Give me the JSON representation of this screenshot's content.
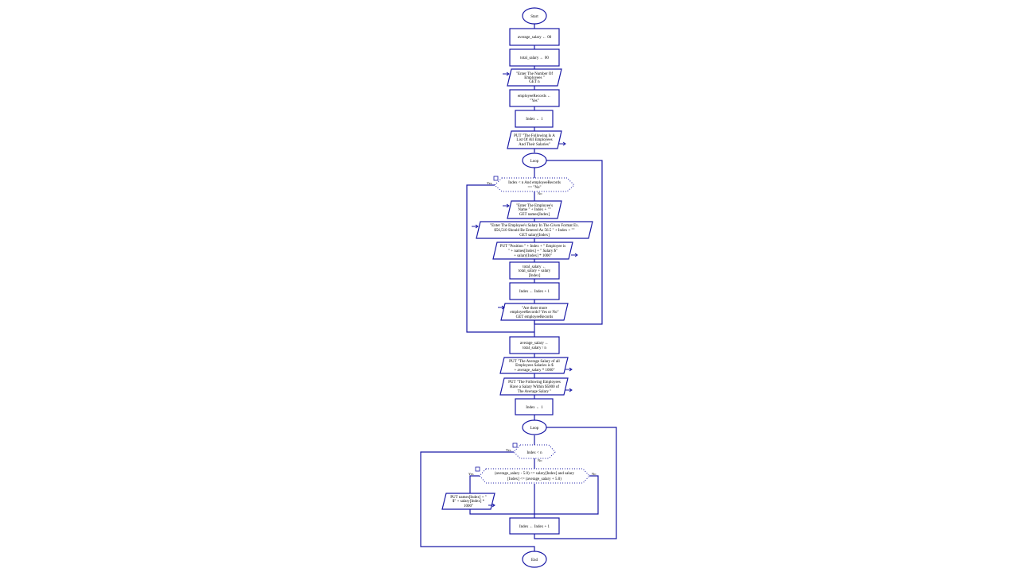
{
  "colors": {
    "stroke": "#1a1aa6",
    "background": "#ffffff"
  },
  "flow": {
    "start": "Start",
    "s1": "average_salary ← 00",
    "s2": "total_salary ← 00",
    "in1": [
      "\"Enter The Number Of",
      "Employees \"",
      "GET n"
    ],
    "s3": [
      "employeeRecords ←",
      "\"Yes\""
    ],
    "s4": "Index ← 1",
    "out1": [
      "PUT \"The Following Is A",
      "List Of All Employees",
      "And Their Salaries\""
    ],
    "loop1": "Loop",
    "cond1": [
      "Index < n And employeeRecords",
      "== \"No\""
    ],
    "in2": [
      "\"Enter The Employee's",
      "Name \" + Index + \"\"",
      "GET names[Index]"
    ],
    "in3": [
      "\"Enter The Employee's Salary In The Given Format Ex.",
      "$56,510 Should Be Entered As 56.5 \" + Index + \"\"",
      "GET salary[Index]"
    ],
    "out2": [
      "PUT \"Position \" + Index + \" Employee is",
      "\" + names[Index] + \" Salary $\"",
      "+ salary[Index] * 1000\""
    ],
    "s5": [
      "total_salary ←",
      "total_salary + salary",
      "[Index]"
    ],
    "s6": "Index ← Index + 1",
    "in4": [
      "\"Are there more",
      "employeeRecords? Yes or No\"",
      "GET employeeRecords"
    ],
    "s7": [
      "average_salary ←",
      "total_salary / n"
    ],
    "out3": [
      "PUT \"The Average Salary of all",
      "Employees Salaries is $",
      "+ average_salary * 1000\""
    ],
    "out4": [
      "PUT \"The Following Employees",
      "Have a Salary Within $5000 of",
      "The Average Salary \""
    ],
    "s8": "Index ← 1",
    "loop2": "Loop",
    "cond2": "Index < n",
    "cond3": [
      "(average_salary - 5.0) <= salary[Index] and salary",
      "[Index] <= (average_salary + 5.0)"
    ],
    "out5": [
      "PUT names[Index] + \"",
      "$\" + salary[Index] *",
      "1000\""
    ],
    "s9": "Index ← Index + 1",
    "end": "End"
  },
  "labels": {
    "yes": "Yes",
    "no": "No"
  }
}
